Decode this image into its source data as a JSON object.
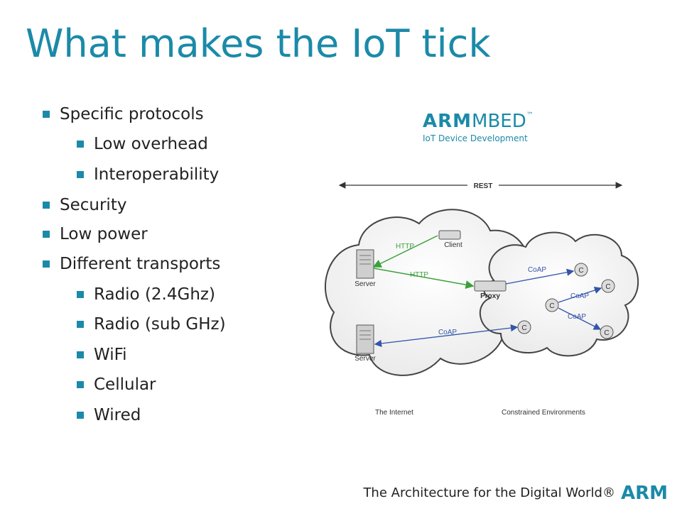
{
  "slide": {
    "title": "What makes the IoT tick",
    "bullets": [
      "Specific protocols",
      "Low overhead",
      "Interoperability",
      "Security",
      "Low power",
      "Different transports",
      "Radio (2.4Ghz)",
      "Radio (sub GHz)",
      "WiFi",
      "Cellular",
      "Wired"
    ]
  },
  "logo": {
    "brand": "ARM",
    "product": "MBED",
    "tm": "™",
    "tagline": "IoT Device Development"
  },
  "diagram": {
    "rest_label": "REST",
    "http_label_1": "HTTP",
    "http_label_2": "HTTP",
    "client_label": "Client",
    "server_label_1": "Server",
    "server_label_2": "Server",
    "proxy_label": "Proxy",
    "coap_label_1": "CoAP",
    "coap_label_2": "CoAP",
    "coap_label_3": "CoAP",
    "coap_label_4": "CoAP",
    "node_letter": "C",
    "internet_label": "The Internet",
    "constrained_label": "Constrained Environments",
    "colors": {
      "http": "#3aa03a",
      "coap": "#3355aa",
      "cloud_stroke": "#444444"
    }
  },
  "footer": {
    "tagline": "The Architecture for the Digital World®",
    "brand": "ARM"
  }
}
